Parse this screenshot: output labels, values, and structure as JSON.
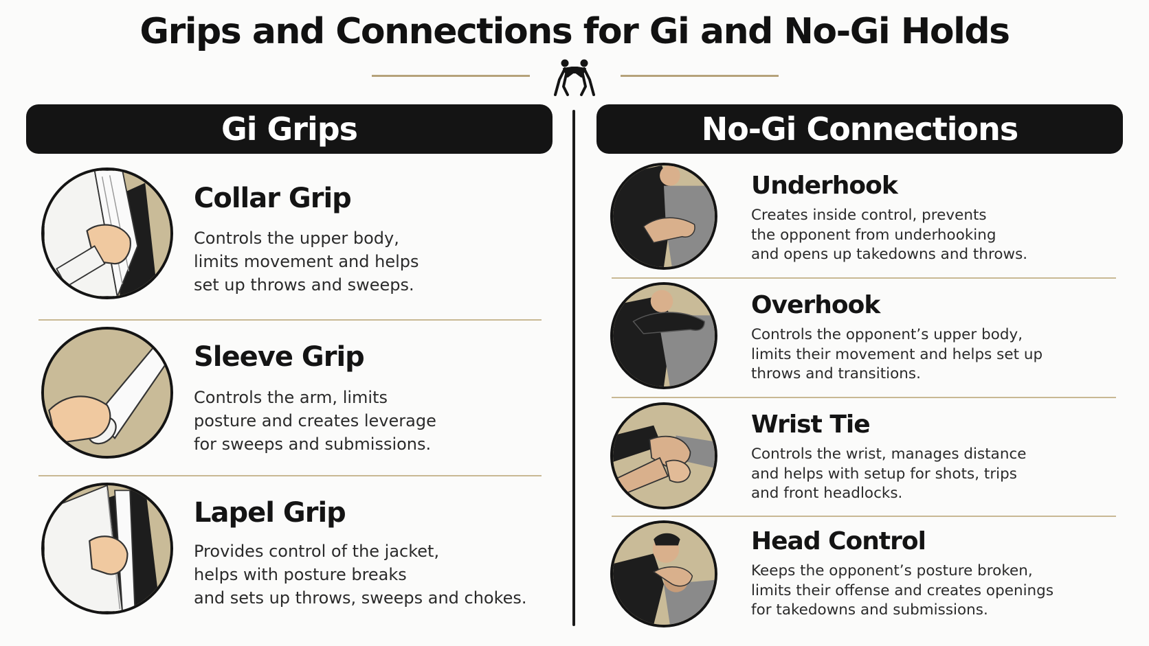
{
  "title": "Grips and Connections for Gi and No-Gi Holds",
  "icons": {
    "header_icon": "grappling-wrestlers-icon"
  },
  "colors": {
    "accent": "#b5a27a",
    "header_bg": "#141414",
    "circle_bg": "#c9bb98"
  },
  "gi": {
    "header": "Gi Grips",
    "items": [
      {
        "title": "Collar Grip",
        "desc": [
          "Controls the upper body,",
          "limits movement and helps",
          "set up throws and sweeps."
        ]
      },
      {
        "title": "Sleeve Grip",
        "desc": [
          "Controls the arm, limits",
          "posture and creates leverage",
          "for sweeps and submissions."
        ]
      },
      {
        "title": "Lapel Grip",
        "desc": [
          "Provides control of the jacket,",
          "helps with posture breaks",
          "and sets up throws, sweeps and chokes."
        ]
      }
    ]
  },
  "nogi": {
    "header": "No-Gi Connections",
    "items": [
      {
        "title": "Underhook",
        "desc": [
          "Creates inside control, prevents",
          "the opponent from underhooking",
          "and opens up takedowns and throws."
        ]
      },
      {
        "title": "Overhook",
        "desc": [
          "Controls the opponent’s upper body,",
          "limits their movement and helps set up",
          "throws and transitions."
        ]
      },
      {
        "title": "Wrist Tie",
        "desc": [
          "Controls the wrist, manages distance",
          "and helps with setup for shots, trips",
          "and front headlocks."
        ]
      },
      {
        "title": "Head Control",
        "desc": [
          "Keeps the opponent’s posture broken,",
          "limits their offense and creates openings",
          "for takedowns and submissions."
        ]
      }
    ]
  }
}
